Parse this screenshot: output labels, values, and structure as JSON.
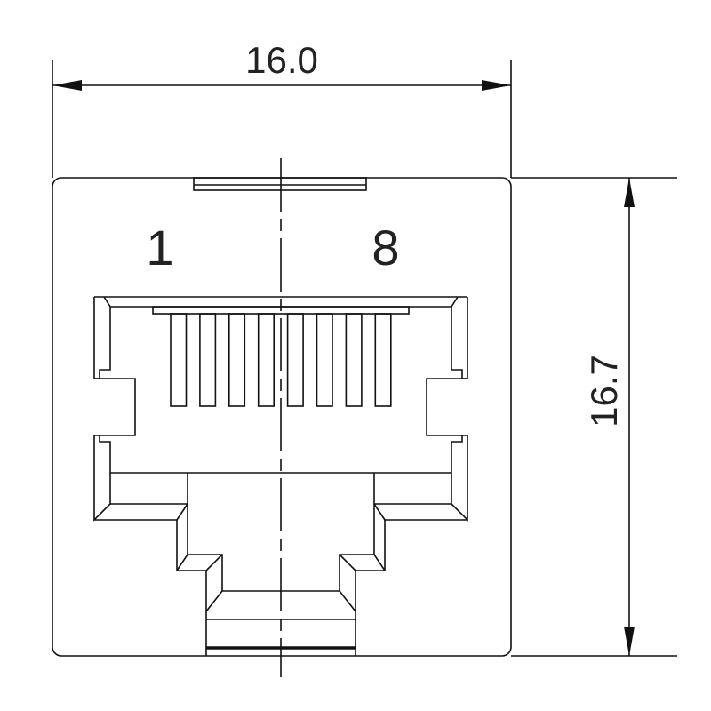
{
  "dimensions": {
    "width_label": "16.0",
    "height_label": "16.7"
  },
  "pin_labels": {
    "first": "1",
    "last": "8"
  },
  "contacts_count": 8,
  "colors": {
    "line": "#111111",
    "background": "#ffffff"
  }
}
